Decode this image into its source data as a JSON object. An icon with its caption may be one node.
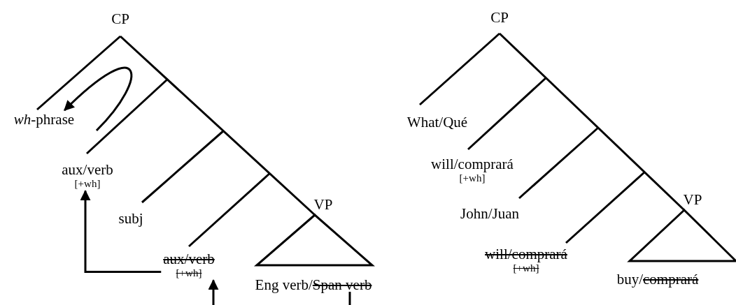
{
  "diagram": {
    "nodes": [
      {
        "text": [
          "CP"
        ]
      },
      {
        "text": [
          "*wh*-phrase"
        ]
      },
      {
        "text": [
          "aux/verb",
          "[+wh]"
        ]
      },
      {
        "text": [
          "subj"
        ]
      },
      {
        "text": [
          "aux/verb",
          "[+wh]"
        ]
      },
      {
        "text": [],
        "shape": "triangle",
        "beside": [
          "VP",
          "Eng verb/Span verb"
        ]
      },
      {
        "text": [
          "CP"
        ]
      },
      {
        "text": [
          "What/Qué"
        ]
      },
      {
        "text": [
          "will/comprará",
          "[+wh]"
        ]
      },
      {
        "text": [
          "John/Juan"
        ]
      },
      {
        "text": [
          "will/comprará",
          "[+wh]"
        ]
      },
      {
        "text": [],
        "shape": "triangle",
        "beside": [
          "VP",
          "buy/comprará"
        ]
      }
    ],
    "edges": [
      {
        "from": null,
        "to": 1,
        "arrow": "to"
      },
      {
        "from": 4,
        "to": 2,
        "arrow": "to"
      },
      {
        "from": null,
        "to": 4,
        "arrow": "to"
      },
      {
        "from": 5,
        "to": null,
        "arrow": "none"
      }
    ]
  }
}
